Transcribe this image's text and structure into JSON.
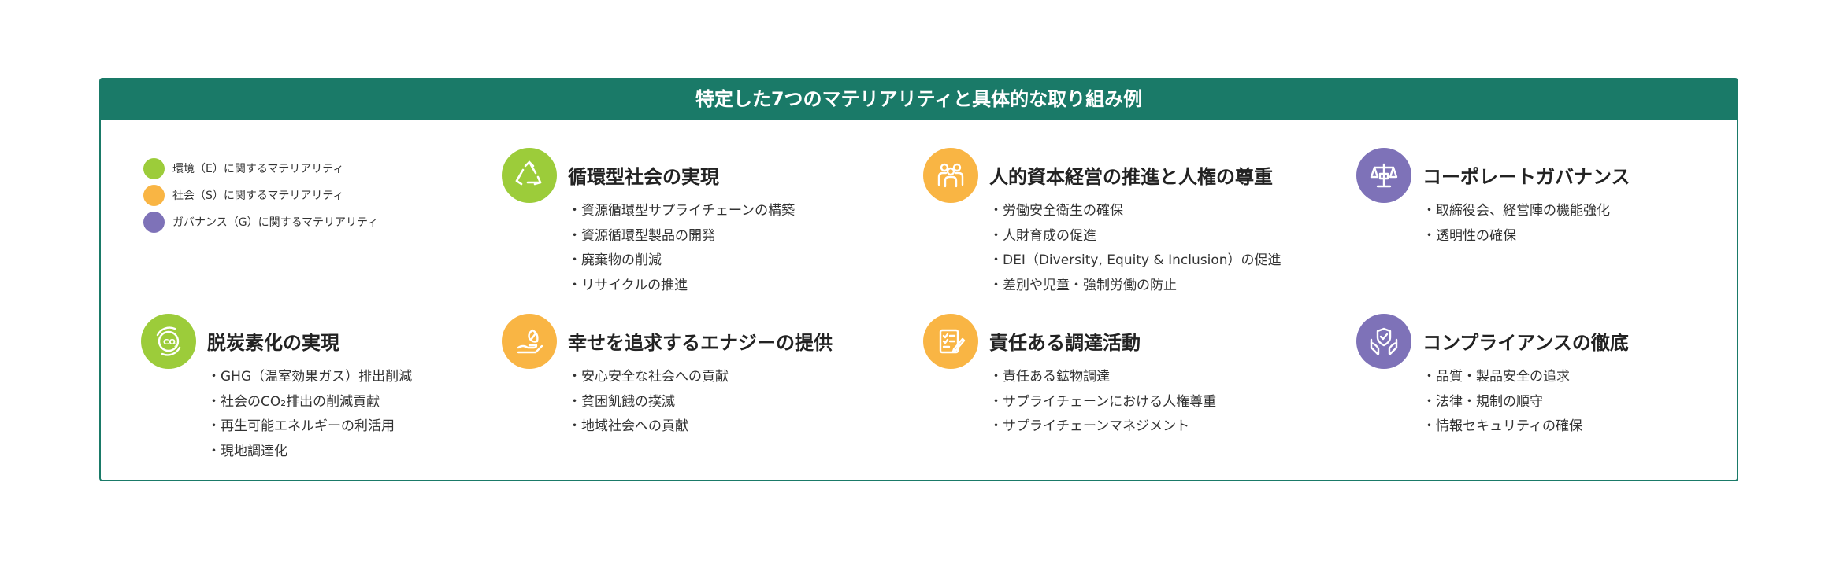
{
  "header": {
    "title": "特定した7つのマテリアリティと具体的な取り組み例"
  },
  "legend": [
    {
      "label": "環境（E）に関するマテリアリティ",
      "color": "#9ccc3a"
    },
    {
      "label": "社会（S）に関するマテリアリティ",
      "color": "#f9b544"
    },
    {
      "label": "ガバナンス（G）に関するマテリアリティ",
      "color": "#7e72b8"
    }
  ],
  "blocks": [
    {
      "title": "循環型社会の実現",
      "icon": "recycle-icon",
      "color": "#9ccc3a",
      "items": [
        "資源循環型サプライチェーンの構築",
        "資源循環型製品の開発",
        "廃棄物の削減",
        "リサイクルの推進"
      ]
    },
    {
      "title": "人的資本経営の推進と人権の尊重",
      "icon": "people-icon",
      "color": "#f9b544",
      "items": [
        "労働安全衛生の確保",
        "人財育成の促進",
        "DEI（Diversity, Equity & Inclusion）の促進",
        "差別や児童・強制労働の防止"
      ]
    },
    {
      "title": "コーポレートガバナンス",
      "icon": "scales-icon",
      "color": "#7e72b8",
      "items": [
        "取締役会、経営陣の機能強化",
        "透明性の確保"
      ]
    },
    {
      "title": "脱炭素化の実現",
      "icon": "co2-icon",
      "color": "#9ccc3a",
      "items": [
        "GHG（温室効果ガス）排出削減",
        "社会のCO₂排出の削減貢献",
        "再生可能エネルギーの利活用",
        "現地調達化"
      ]
    },
    {
      "title": "幸せを追求するエナジーの提供",
      "icon": "energy-hand-icon",
      "color": "#f9b544",
      "items": [
        "安心安全な社会への貢献",
        "貧困飢餓の撲滅",
        "地域社会への貢献"
      ]
    },
    {
      "title": "責任ある調達活動",
      "icon": "checklist-icon",
      "color": "#f9b544",
      "items": [
        "責任ある鉱物調達",
        "サプライチェーンにおける人権尊重",
        "サプライチェーンマネジメント"
      ]
    },
    {
      "title": "コンプライアンスの徹底",
      "icon": "shield-hands-icon",
      "color": "#7e72b8",
      "items": [
        "品質・製品安全の追求",
        "法律・規制の順守",
        "情報セキュリティの確保"
      ]
    }
  ]
}
